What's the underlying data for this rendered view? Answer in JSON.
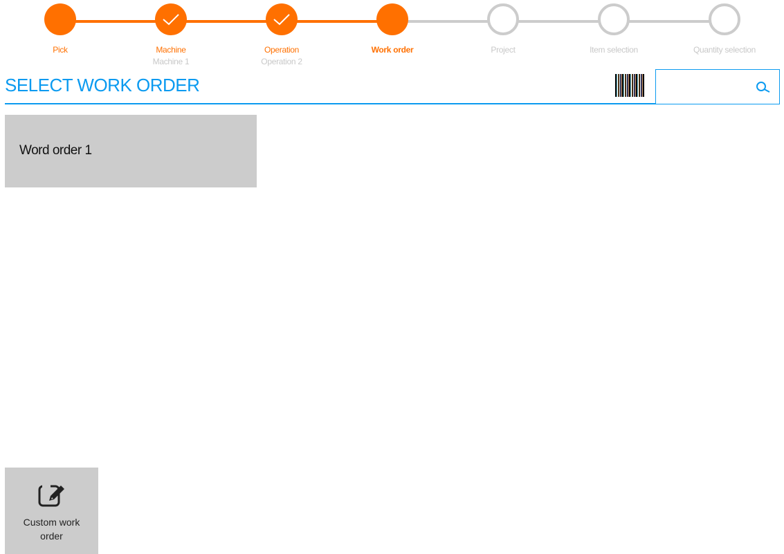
{
  "stepper": {
    "steps": [
      {
        "label": "Pick",
        "sub": "",
        "state": "active-past"
      },
      {
        "label": "Machine",
        "sub": "Machine 1",
        "state": "done"
      },
      {
        "label": "Operation",
        "sub": "Operation 2",
        "state": "done"
      },
      {
        "label": "Work order",
        "sub": "",
        "state": "active"
      },
      {
        "label": "Project",
        "sub": "",
        "state": "todo"
      },
      {
        "label": "Item selection",
        "sub": "",
        "state": "todo"
      },
      {
        "label": "Quantity selection",
        "sub": "",
        "state": "todo"
      }
    ]
  },
  "header": {
    "title": "SELECT WORK ORDER",
    "search_value": ""
  },
  "work_orders": [
    {
      "label": "Word order 1"
    }
  ],
  "custom_button": {
    "label": "Custom work order"
  },
  "colors": {
    "accent": "#ff7000",
    "blue": "#0a9af0",
    "inactive": "#cccccc"
  }
}
